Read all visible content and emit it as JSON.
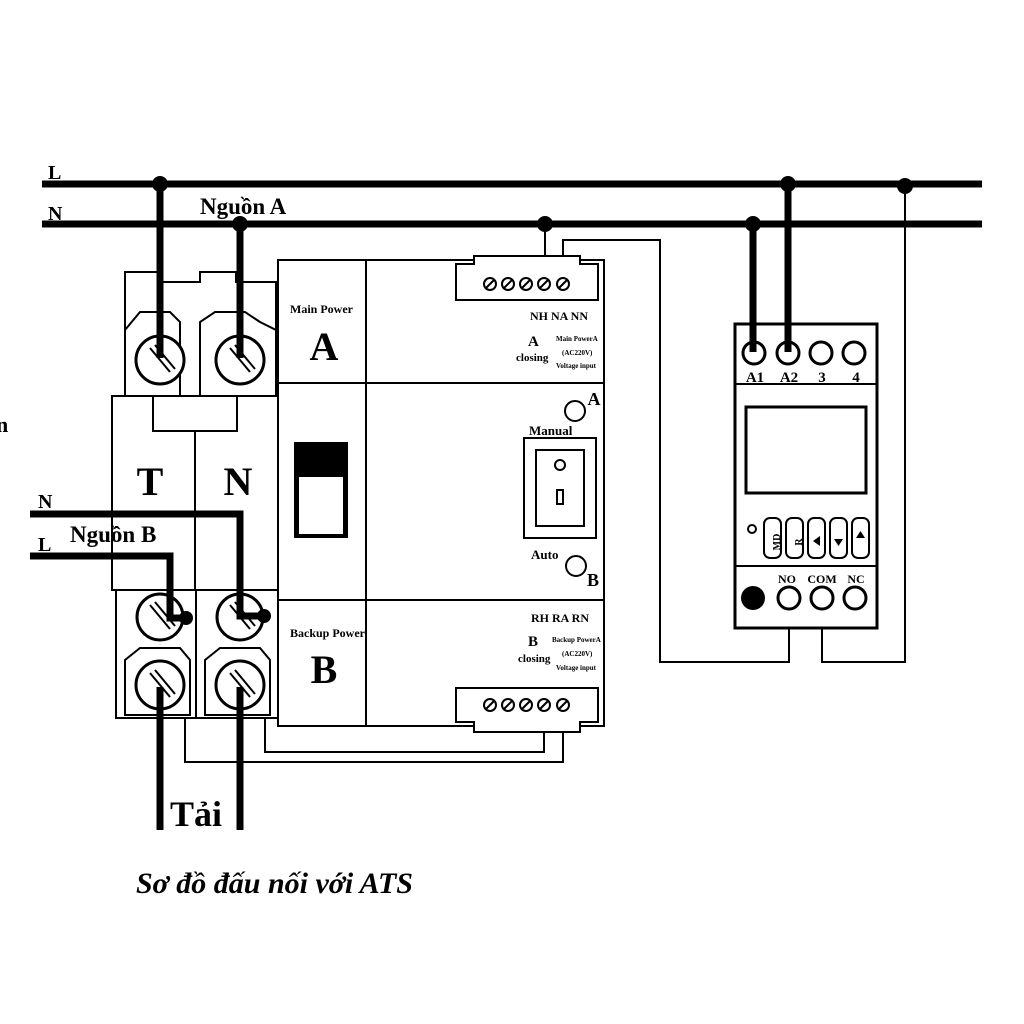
{
  "lines": {
    "line_l": "L",
    "line_n": "N",
    "source_a": "Nguồn A",
    "source_b": "Nguồn B",
    "line_n_b": "N",
    "line_l_b": "L"
  },
  "mcb": {
    "label_t": "T",
    "label_n": "N"
  },
  "ats": {
    "main_power": "Main Power",
    "main_letter": "A",
    "backup_power": "Backup Power",
    "backup_letter": "B",
    "top_terminals": "NH  NA  NN",
    "a_closing_letter": "A",
    "a_closing": "closing",
    "main_power_a": "Main PowerA",
    "ac220_a": "(AC220V)",
    "voltage_input_a": "Voltage input",
    "manual": "Manual",
    "auto": "Auto",
    "indicator_a": "A",
    "indicator_b": "B",
    "bottom_terminals": "RH  RA  RN",
    "b_closing_letter": "B",
    "b_closing": "closing",
    "backup_power_a": "Backup PowerA",
    "ac220_b": "(AC220V)",
    "voltage_input_b": "Voltage input"
  },
  "relay": {
    "t_a1": "A1",
    "t_a2": "A2",
    "t_3": "3",
    "t_4": "4",
    "btn_md": "MD",
    "btn_r": "R",
    "t_no": "NO",
    "t_com": "COM",
    "t_nc": "NC"
  },
  "load": "Tải",
  "caption": "Sơ đồ đấu nối với ATS",
  "edge_char": "n"
}
